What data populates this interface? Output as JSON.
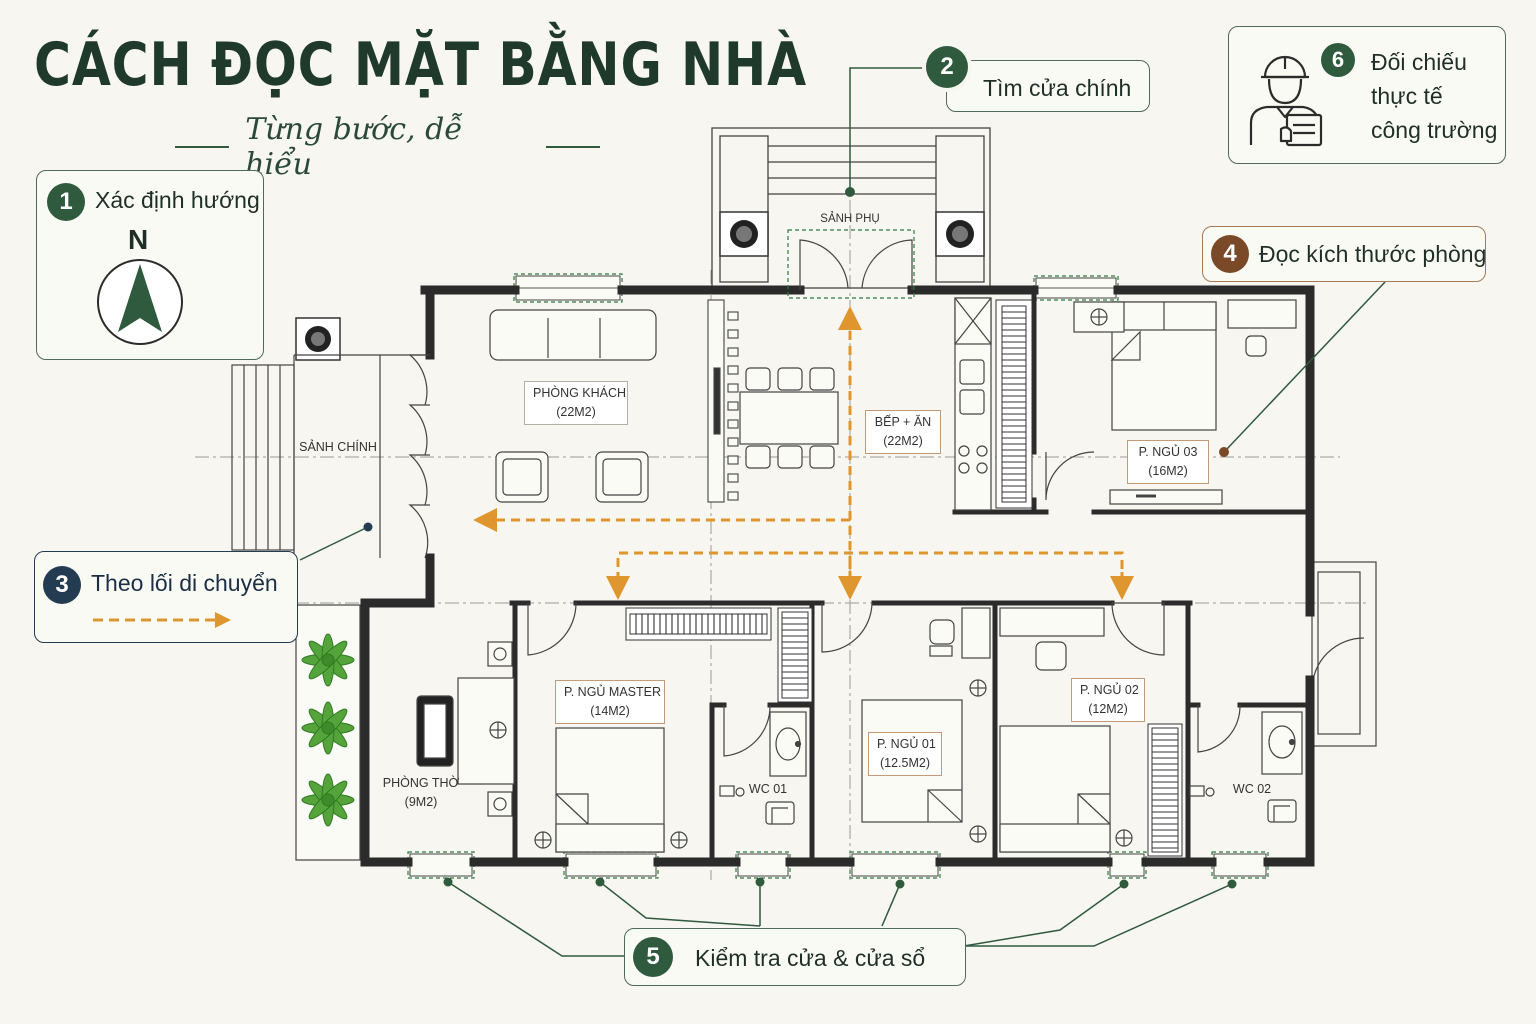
{
  "title": "CÁCH ĐỌC MẶT BẰNG NHÀ",
  "subtitle": "Từng bước, dễ hiểu",
  "steps": {
    "s1": {
      "num": "1",
      "label": "Xác định hướng",
      "north": "N"
    },
    "s2": {
      "num": "2",
      "label": "Tìm cửa chính"
    },
    "s3": {
      "num": "3",
      "label": "Theo lối di chuyển"
    },
    "s4": {
      "num": "4",
      "label": "Đọc kích thước phòng"
    },
    "s5": {
      "num": "5",
      "label": "Kiểm tra cửa & cửa sổ"
    },
    "s6": {
      "num": "6",
      "line1": "Đối chiếu",
      "line2": "thực tế",
      "line3": "công trường"
    }
  },
  "rooms": {
    "phong_khach": {
      "name": "PHÒNG KHÁCH",
      "area": "(22M2)"
    },
    "bep_an": {
      "name": "BẾP + ĂN",
      "area": "(22M2)"
    },
    "ngu03": {
      "name": "P. NGỦ 03",
      "area": "(16M2)"
    },
    "master": {
      "name": "P. NGỦ MASTER",
      "area": "(14M2)"
    },
    "ngu01": {
      "name": "P. NGỦ 01",
      "area": "(12.5M2)"
    },
    "ngu02": {
      "name": "P. NGỦ 02",
      "area": "(12M2)"
    },
    "tho": {
      "name": "PHÒNG THỜ",
      "area": "(9M2)"
    },
    "wc01": "WC 01",
    "wc02": "WC 02",
    "sanh_chinh": "SẢNH CHÍNH",
    "sanh_phu": "SẢNH PHỤ"
  },
  "icons": {
    "compass": "north-arrow-icon",
    "engineer": "engineer-clipboard-icon",
    "plant": "palm-plant-icon"
  },
  "colors": {
    "dark_green": "#2f5a3e",
    "path_orange": "#e0962e",
    "wall": "#2b2b2b",
    "step4_brown": "#7a4a28",
    "step3_navy": "#243c52"
  }
}
